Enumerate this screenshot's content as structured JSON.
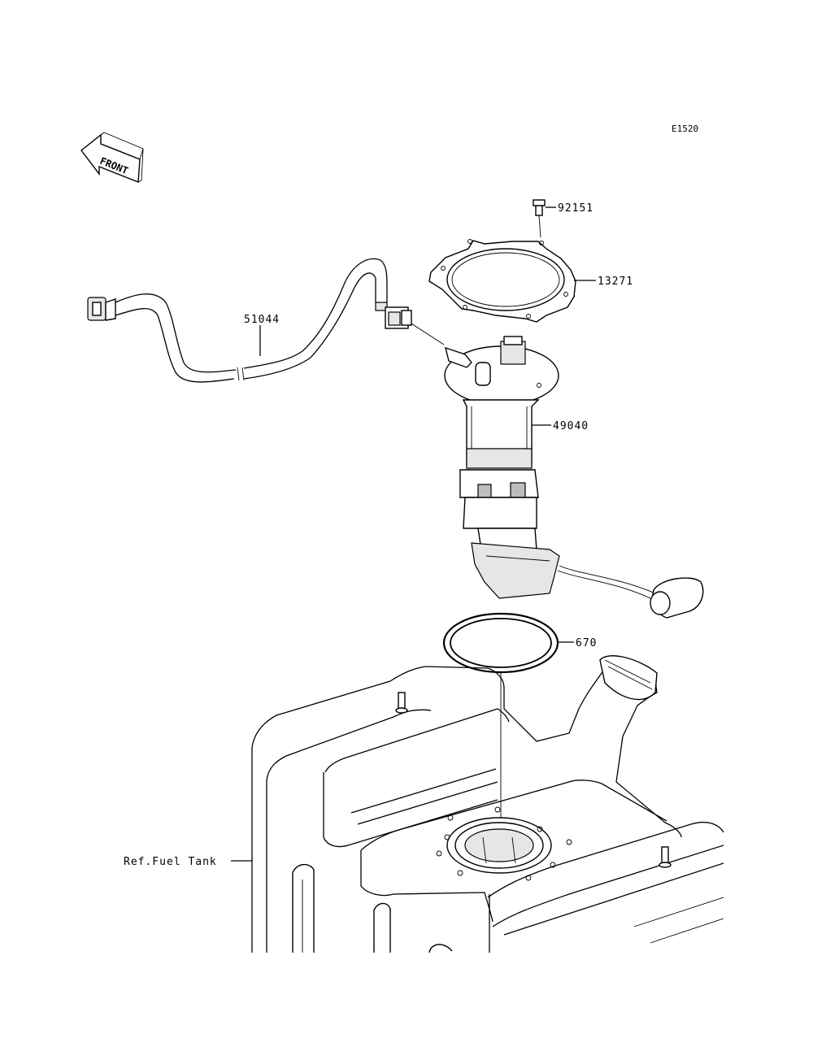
{
  "diagram_code": "E1520",
  "front_label": "FRONT",
  "parts": [
    {
      "id": "bolt",
      "number": "92151"
    },
    {
      "id": "plate",
      "number": "13271"
    },
    {
      "id": "harness",
      "number": "51044"
    },
    {
      "id": "pump",
      "number": "49040"
    },
    {
      "id": "gasket",
      "number": "670"
    }
  ],
  "reference": "Ref.Fuel Tank"
}
